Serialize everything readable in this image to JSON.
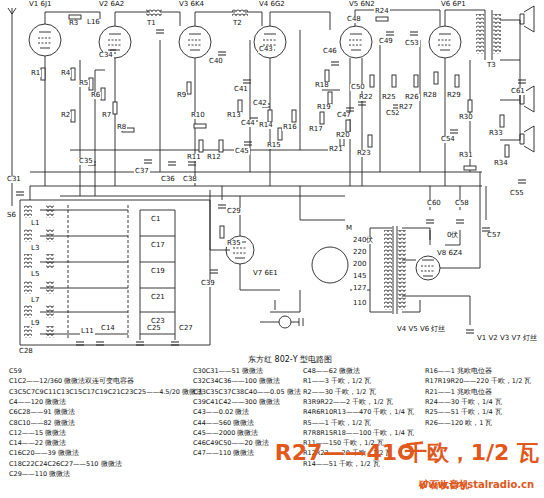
{
  "diagram": {
    "title": "东方红 802-Y 型电路图",
    "labels": [
      "V1 6J1",
      "V2 6A2",
      "V3 6K4",
      "V4 6G2",
      "V5 6N2",
      "V6 6P1",
      "V7 6E1",
      "V8 6Z4",
      "R1",
      "R2",
      "R3",
      "L16",
      "R4",
      "R5",
      "C34",
      "R6",
      "R7",
      "T1",
      "R8",
      "C35",
      "R9",
      "R10",
      "C37",
      "C36",
      "C38",
      "R11",
      "R12",
      "T2",
      "C43",
      "C40",
      "C41",
      "C42",
      "R13",
      "R14",
      "C44",
      "R15",
      "C45",
      "R16",
      "R17",
      "C46",
      "R18",
      "R19",
      "C47",
      "R20",
      "R21",
      "C48",
      "R24",
      "C49",
      "R22",
      "C50",
      "R23",
      "R25",
      "R26",
      "C52",
      "R27",
      "C53",
      "R28",
      "R29",
      "C54",
      "R30",
      "T3",
      "C61",
      "R33",
      "R34",
      "C55",
      "R31",
      "C60",
      "C58",
      "C57",
      "C31",
      "C29",
      "C39",
      "R35",
      "S6",
      "L1",
      "L3",
      "L5",
      "L7",
      "L9",
      "L11",
      "C14",
      "C1",
      "C17",
      "C19",
      "C21",
      "C23",
      "C25",
      "C27",
      "C28",
      "M",
      "240伏",
      "220",
      "200",
      "145",
      "127",
      "110",
      "0伏",
      "V4 V5 V6 灯丝",
      "V1 V2 V3 V7 灯丝",
      "C59",
      "C1C2——12/360 微微法双连可变电容器",
      "C3C5C7C9C11C13C15C17C19C21C23C25——4.5/20 微微法",
      "C4——120 微微法",
      "C6C28——91 微微法",
      "C8C10——82 微微法",
      "C12——15 微微法",
      "C14——22 微微法",
      "C16C20——39 微微法",
      "C18C22C24C26C27——510 微微法",
      "C29——110 微微法",
      "C30C31——51 微微法",
      "C32C34C36——100 微微法",
      "C33C35C37C38C40——0.05 微法",
      "C39C41C42——300 微微法",
      "C43——0.02 微法",
      "C44——560 微微法",
      "C45——2000 微微法",
      "C46C49C50——20 微法",
      "C47——110 微微法",
      "C48——62 微微法",
      "R1——3 千欧，1/2 瓦",
      "R2——30 千欧，1/2 瓦",
      "R3R9R22——2 千欧，1/2 瓦",
      "R4R6R10R13——470 千欧，1/4 瓦",
      "R5——1 千欧，1/2 瓦",
      "R7R8R15R18——100 千欧，1/4 瓦",
      "R11——150 千欧，1/2 瓦",
      "R12R23——20 千欧，1/2 瓦",
      "R14——51 千欧，1/2 瓦",
      "R16——1 兆欧电位器",
      "R17R19R20——220 千欧，1/2 瓦",
      "R21——1 兆欧电位器",
      "R24——30 千欧，1/4 瓦",
      "R25——51 千欧，1/4 瓦",
      "R26——120 欧，1 瓦",
      "R27——41 千欧，1/2 瓦",
      "矿石收音机",
      "www.crystalradio.cn"
    ]
  }
}
